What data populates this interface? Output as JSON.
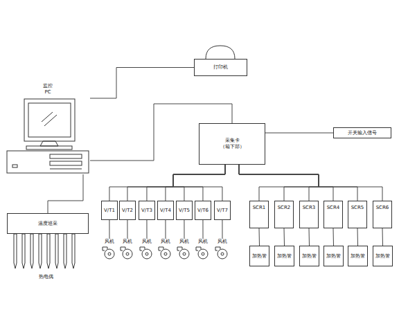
{
  "diagram": {
    "nodes": [
      {
        "text": [
          "监控 PC"
        ]
      },
      {
        "text": [
          "打印机"
        ]
      },
      {
        "text": [
          "采集卡",
          "（箱下部）"
        ]
      },
      {
        "text": [
          "开关输入信号"
        ]
      },
      {
        "text": [
          "温度巡采"
        ]
      },
      {
        "text": [
          "V/T1"
        ]
      },
      {
        "text": [
          "V/T2"
        ]
      },
      {
        "text": [
          "V/T3"
        ]
      },
      {
        "text": [
          "V/T4"
        ]
      },
      {
        "text": [
          "V/T5"
        ]
      },
      {
        "text": [
          "V/T6"
        ]
      },
      {
        "text": [
          "V/T7"
        ]
      },
      {
        "text": [
          "风机"
        ]
      },
      {
        "text": [
          "风机"
        ]
      },
      {
        "text": [
          "风机"
        ]
      },
      {
        "text": [
          "风机"
        ]
      },
      {
        "text": [
          "风机"
        ]
      },
      {
        "text": [
          "风机"
        ]
      },
      {
        "text": [
          "风机"
        ]
      },
      {
        "text": [
          "SCR1"
        ]
      },
      {
        "text": [
          "SCR2"
        ]
      },
      {
        "text": [
          "SCR3"
        ]
      },
      {
        "text": [
          "SCR4"
        ]
      },
      {
        "text": [
          "SCR5"
        ]
      },
      {
        "text": [
          "SCR6"
        ]
      },
      {
        "text": [
          "加热管"
        ]
      },
      {
        "text": [
          "加热管"
        ]
      },
      {
        "text": [
          "加热管"
        ]
      },
      {
        "text": [
          "加热管"
        ]
      },
      {
        "text": [
          "加热管"
        ]
      },
      {
        "text": [
          "加热管"
        ]
      }
    ],
    "edges": [
      {
        "from": 0,
        "to": 1,
        "arrow": "none"
      },
      {
        "from": 0,
        "to": 2,
        "arrow": "none"
      },
      {
        "from": 0,
        "to": 4,
        "arrow": "none"
      },
      {
        "from": 2,
        "to": 3,
        "arrow": "none"
      },
      {
        "from": 2,
        "to": 5,
        "arrow": "none"
      },
      {
        "from": 2,
        "to": 6,
        "arrow": "none"
      },
      {
        "from": 2,
        "to": 7,
        "arrow": "none"
      },
      {
        "from": 2,
        "to": 8,
        "arrow": "none"
      },
      {
        "from": 2,
        "to": 9,
        "arrow": "none"
      },
      {
        "from": 2,
        "to": 10,
        "arrow": "none"
      },
      {
        "from": 2,
        "to": 11,
        "arrow": "none"
      },
      {
        "from": 2,
        "to": 19,
        "arrow": "none"
      },
      {
        "from": 2,
        "to": 20,
        "arrow": "none"
      },
      {
        "from": 2,
        "to": 21,
        "arrow": "none"
      },
      {
        "from": 2,
        "to": 22,
        "arrow": "none"
      },
      {
        "from": 2,
        "to": 23,
        "arrow": "none"
      },
      {
        "from": 2,
        "to": 24,
        "arrow": "none"
      },
      {
        "from": 5,
        "to": 12,
        "arrow": "none"
      },
      {
        "from": 6,
        "to": 13,
        "arrow": "none"
      },
      {
        "from": 7,
        "to": 14,
        "arrow": "none"
      },
      {
        "from": 8,
        "to": 15,
        "arrow": "none"
      },
      {
        "from": 9,
        "to": 16,
        "arrow": "none"
      },
      {
        "from": 10,
        "to": 17,
        "arrow": "none"
      },
      {
        "from": 11,
        "to": 18,
        "arrow": "none"
      },
      {
        "from": 19,
        "to": 25,
        "arrow": "none"
      },
      {
        "from": 20,
        "to": 26,
        "arrow": "none"
      },
      {
        "from": 21,
        "to": 27,
        "arrow": "none"
      },
      {
        "from": 22,
        "to": 28,
        "arrow": "none"
      },
      {
        "from": 23,
        "to": 29,
        "arrow": "none"
      },
      {
        "from": 24,
        "to": 30,
        "arrow": "none"
      }
    ],
    "labels": [
      "热电偶"
    ]
  }
}
